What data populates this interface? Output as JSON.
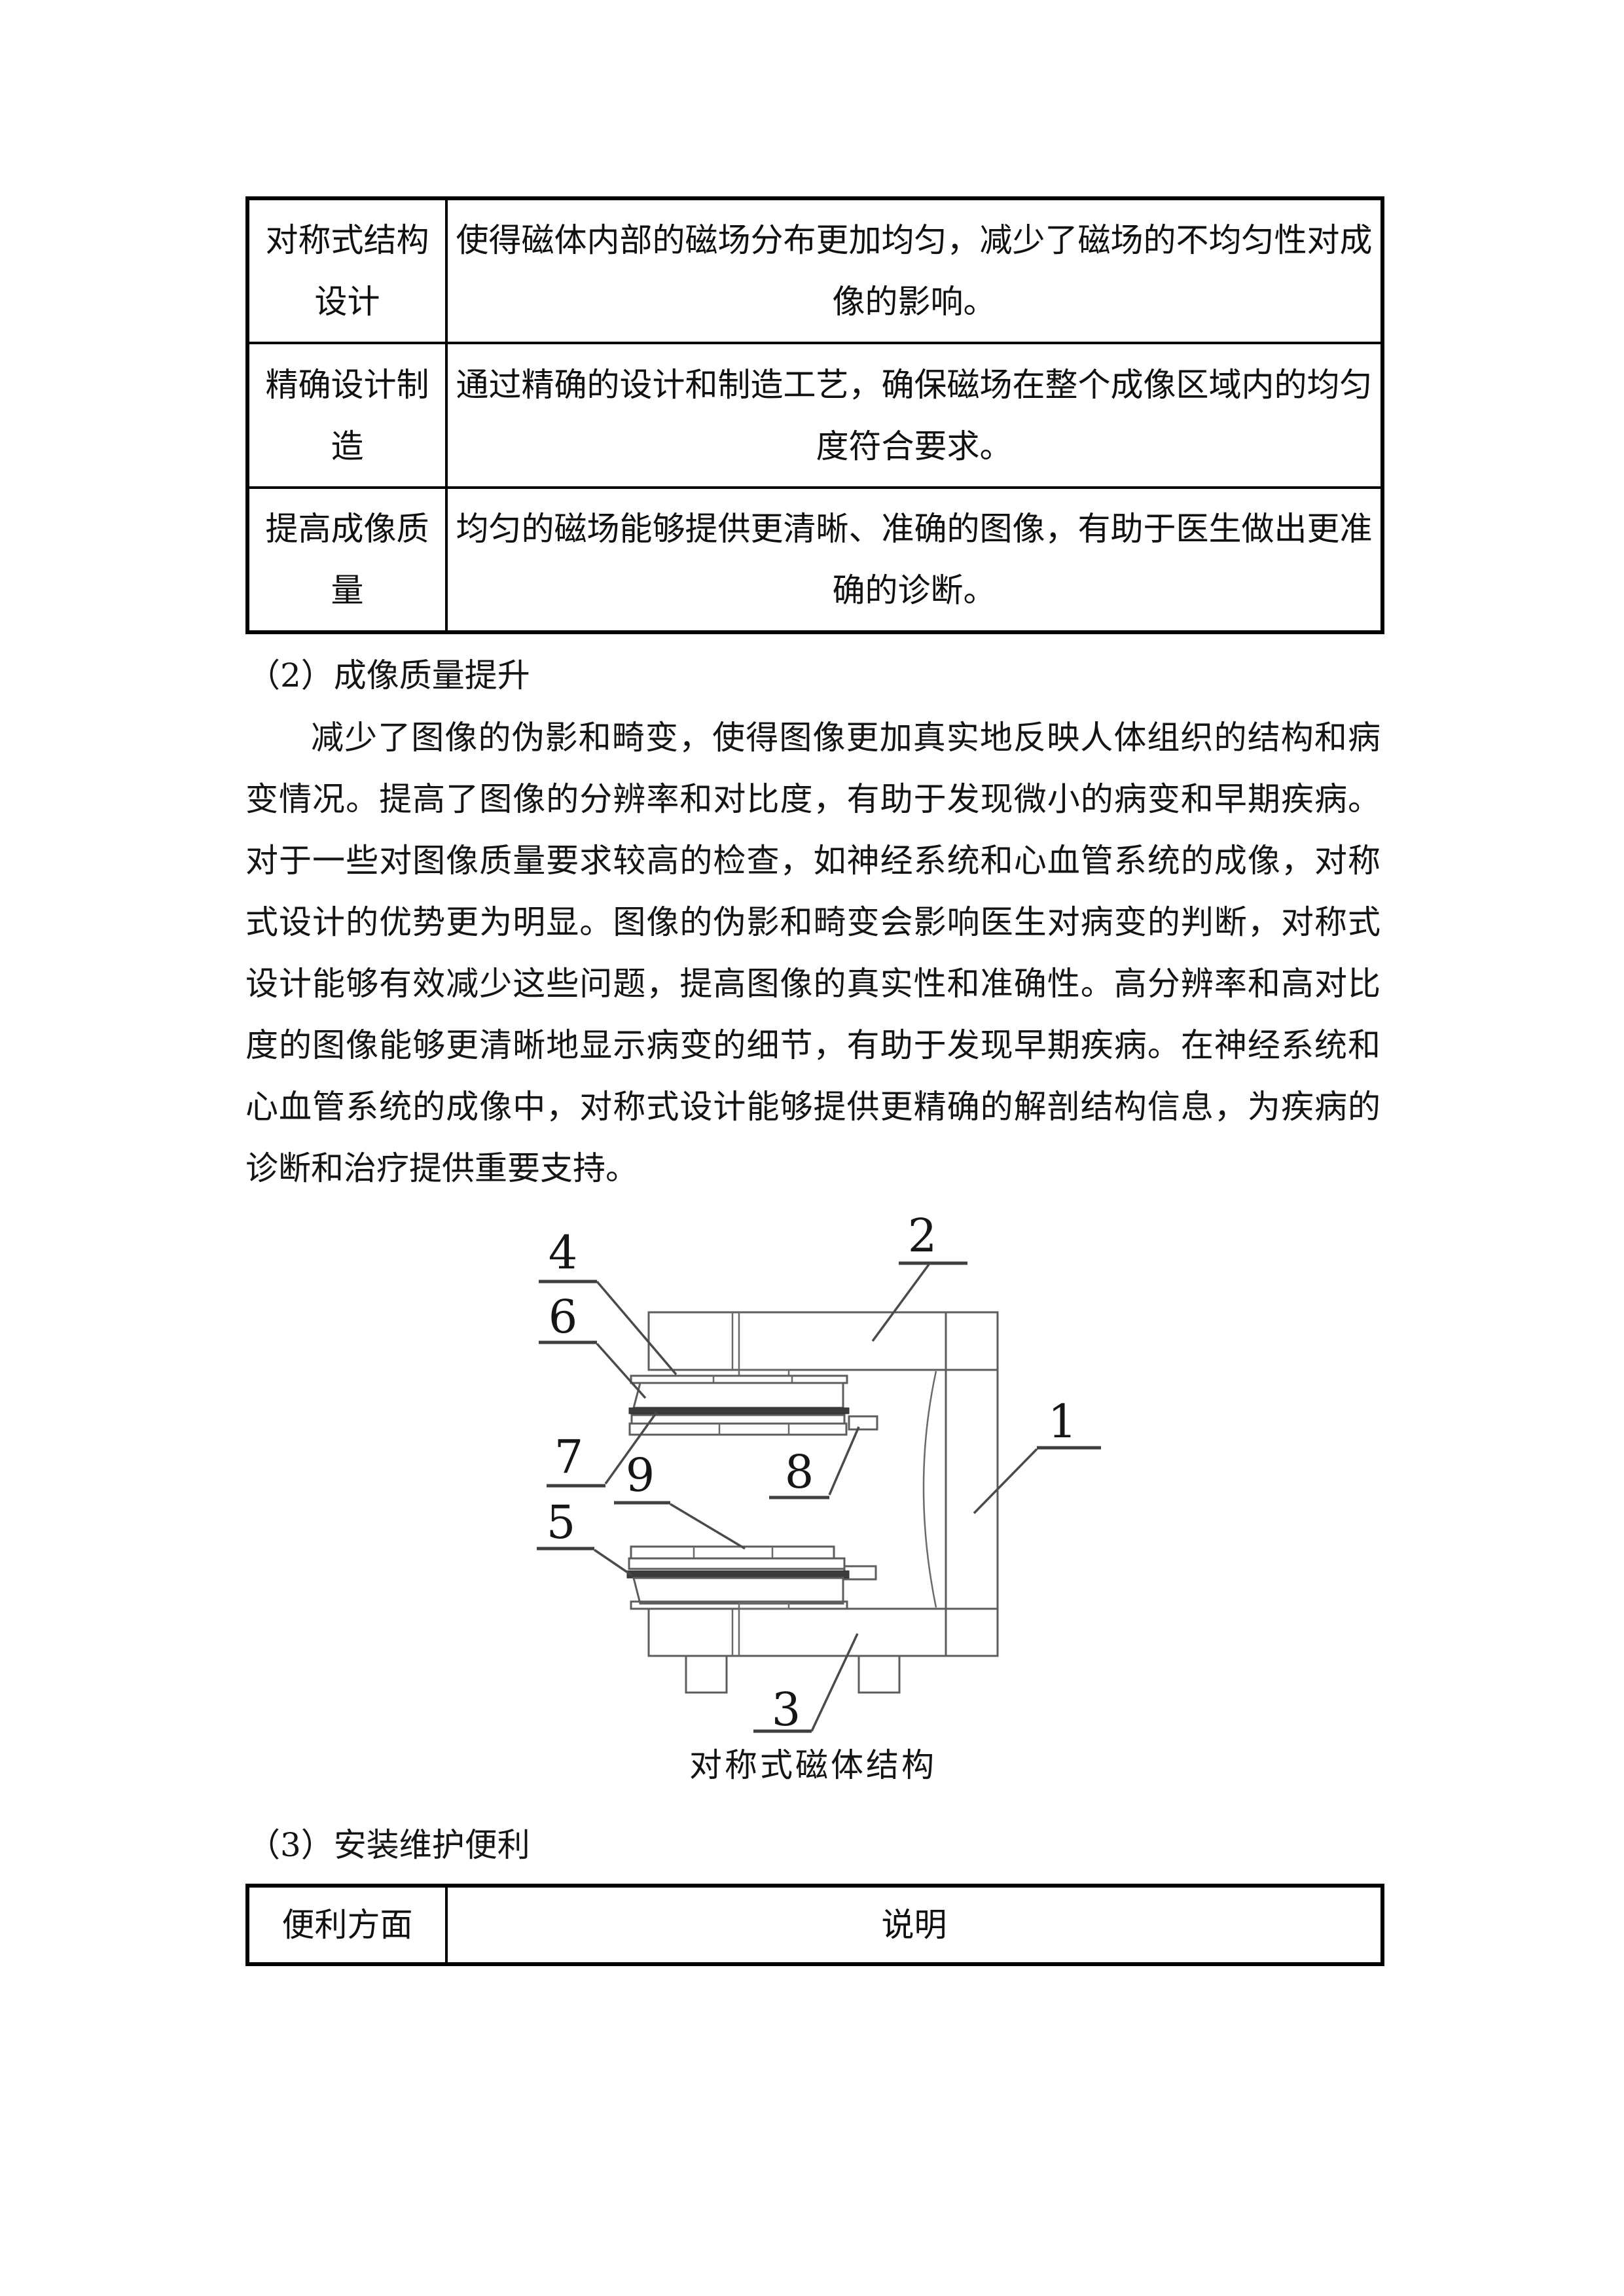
{
  "table1": {
    "rows": [
      {
        "label": "对称式结构设计",
        "desc": "使得磁体内部的磁场分布更加均匀，减少了磁场的不均匀性对成像的影响。"
      },
      {
        "label": "精确设计制造",
        "desc": "通过精确的设计和制造工艺，确保磁场在整个成像区域内的均匀度符合要求。"
      },
      {
        "label": "提高成像质量",
        "desc": "均匀的磁场能够提供更清晰、准确的图像，有助于医生做出更准确的诊断。"
      }
    ]
  },
  "section2": {
    "heading": "（2）成像质量提升",
    "paragraph": "减少了图像的伪影和畸变，使得图像更加真实地反映人体组织的结构和病变情况。提高了图像的分辨率和对比度，有助于发现微小的病变和早期疾病。对于一些对图像质量要求较高的检查，如神经系统和心血管系统的成像，对称式设计的优势更为明显。图像的伪影和畸变会影响医生对病变的判断，对称式设计能够有效减少这些问题，提高图像的真实性和准确性。高分辨率和高对比度的图像能够更清晰地显示病变的细节，有助于发现早期疾病。在神经系统和心血管系统的成像中，对称式设计能够提供更精确的解剖结构信息，为疾病的诊断和治疗提供重要支持。"
  },
  "figure": {
    "caption": "对称式磁体结构",
    "labels": {
      "l1": "1",
      "l2": "2",
      "l3": "3",
      "l4": "4",
      "l5": "5",
      "l6": "6",
      "l7": "7",
      "l8": "8",
      "l9": "9"
    }
  },
  "section3": {
    "heading": "（3）安装维护便利"
  },
  "table2": {
    "headers": {
      "col1": "便利方面",
      "col2": "说明"
    }
  },
  "colors": {
    "text": "#141414",
    "table_border": "#000000",
    "diagram_line": "#5d5d5d"
  }
}
